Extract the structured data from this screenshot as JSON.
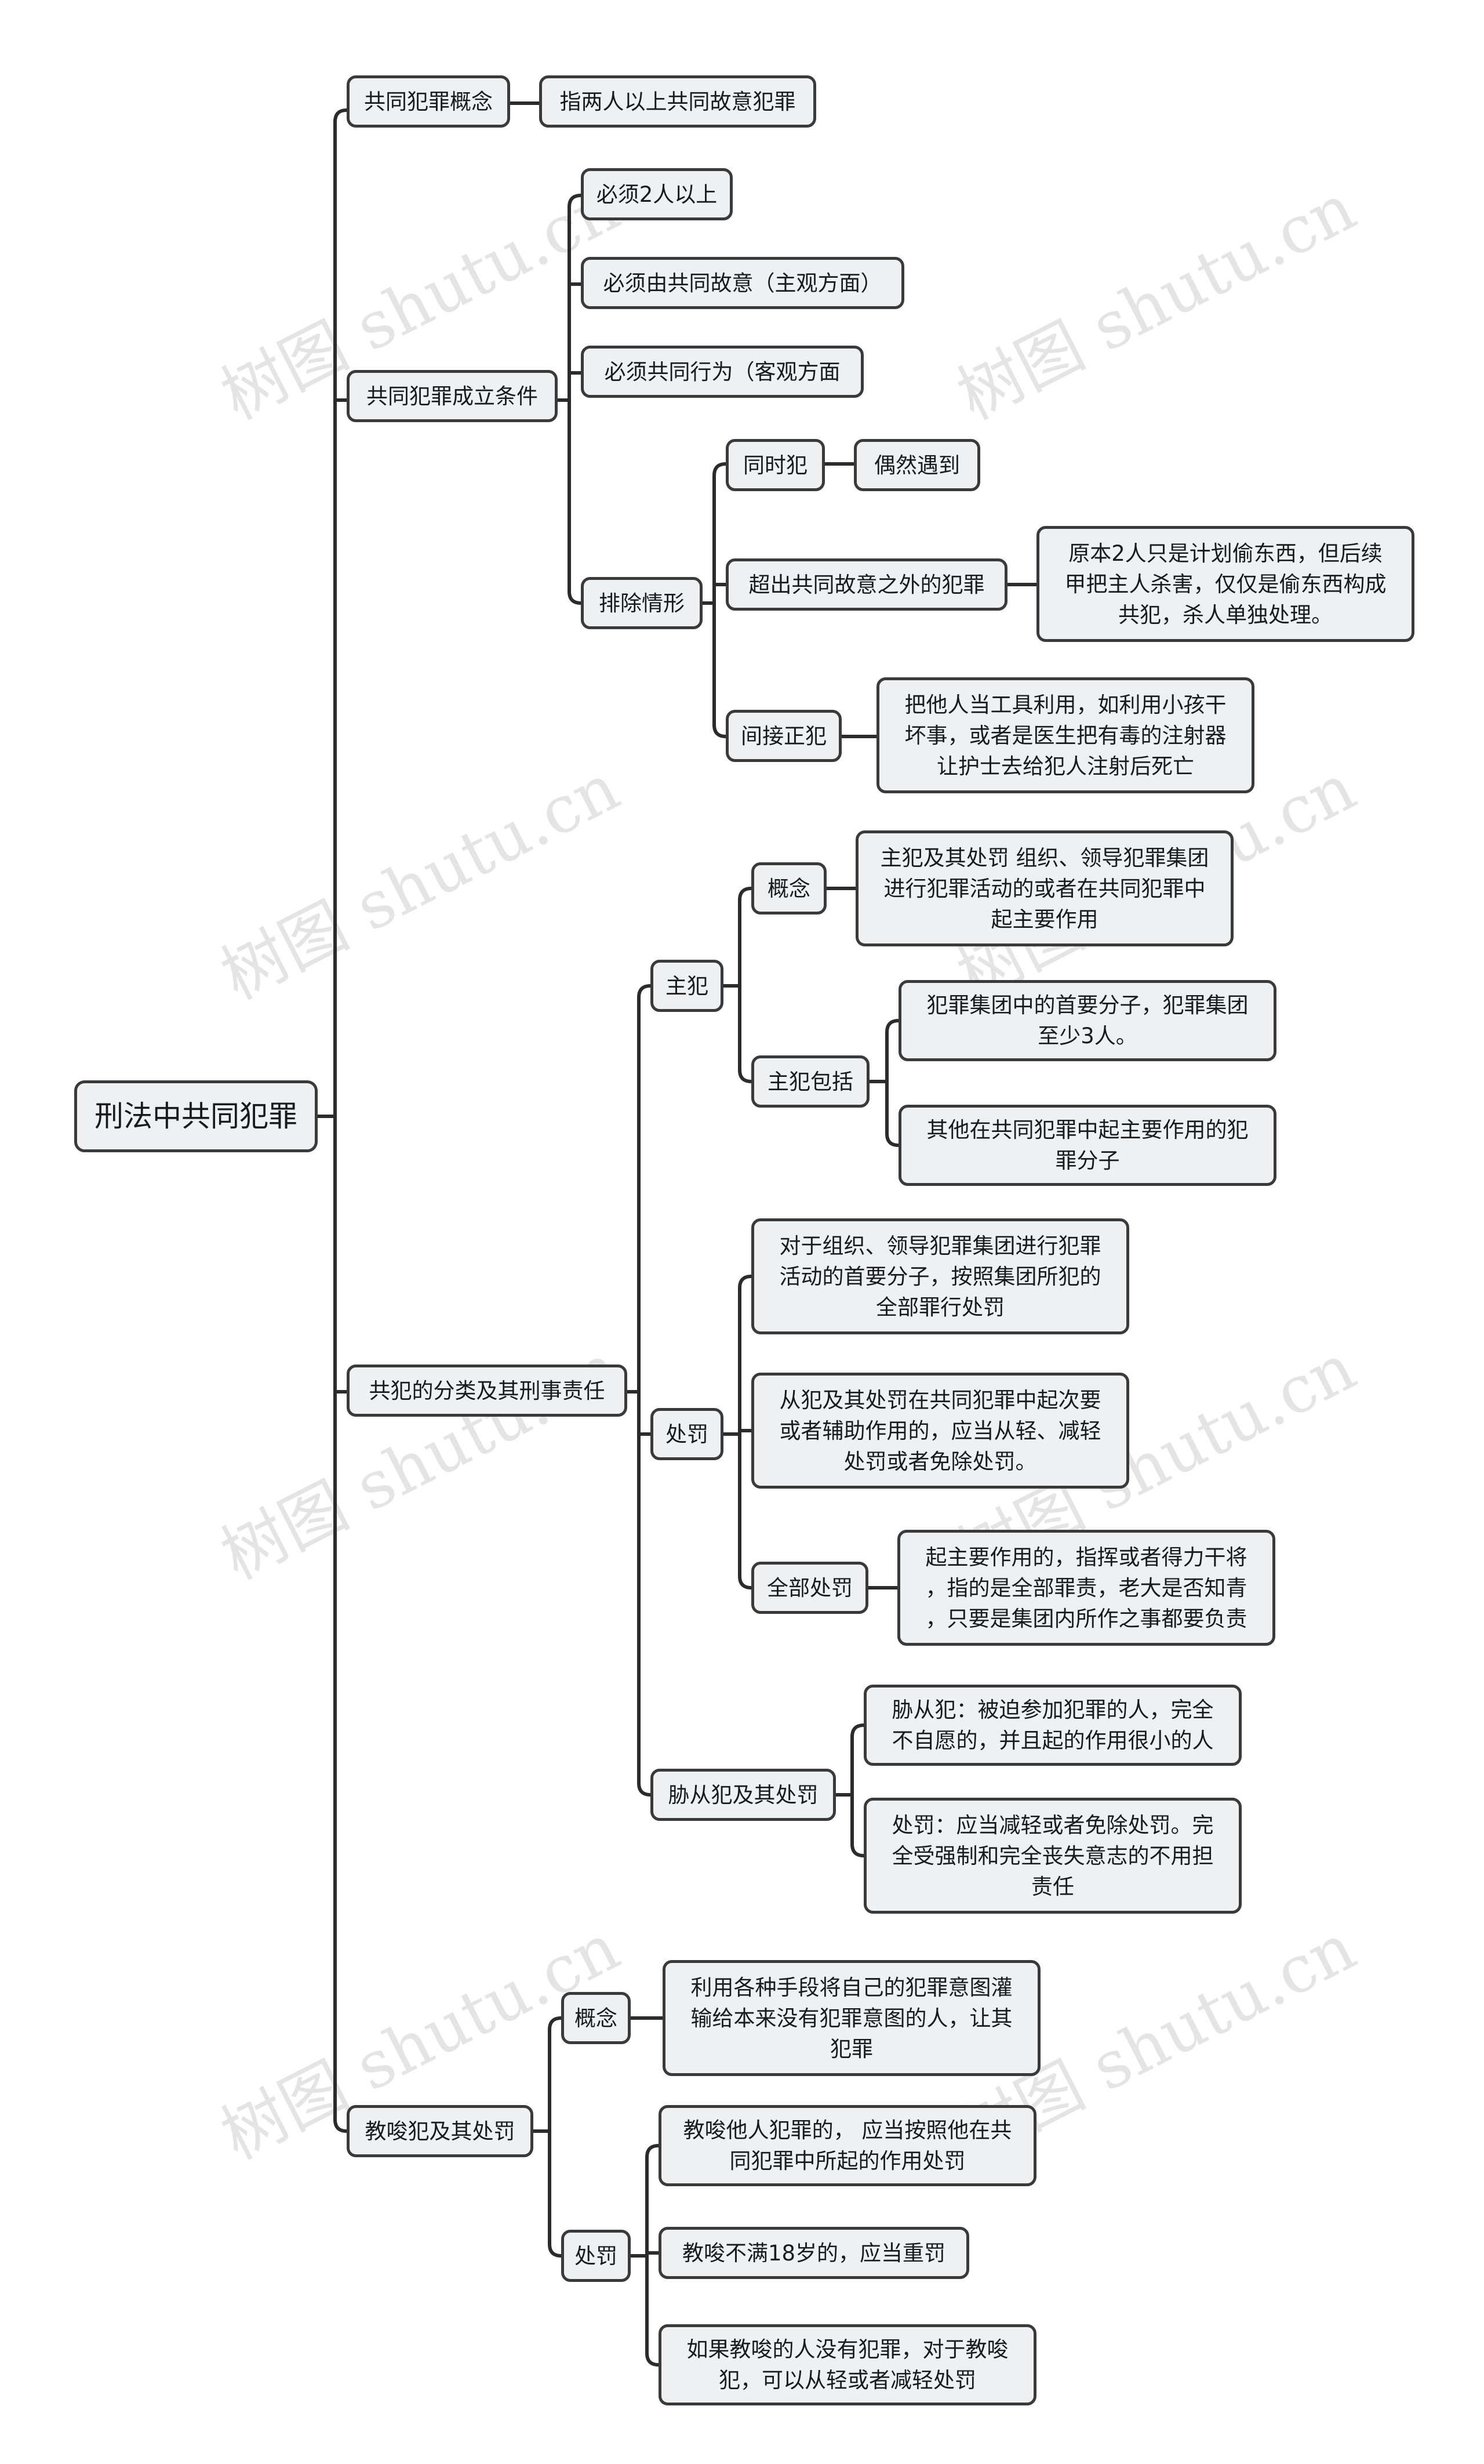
{
  "watermark": "树图 shutu.cn",
  "root": "刑法中共同犯罪",
  "n1": "共同犯罪概念",
  "n1a": "指两人以上共同故意犯罪",
  "n2": "共同犯罪成立条件",
  "n2a": "必须2人以上",
  "n2b": "必须由共同故意（主观方面）",
  "n2c": "必须共同行为（客观方面",
  "n2d": "排除情形",
  "n2d1": "同时犯",
  "n2d1a": "偶然遇到",
  "n2d2": "超出共同故意之外的犯罪",
  "n2d2a": "原本2人只是计划偷东西，但后续\n甲把主人杀害，仅仅是偷东西构成\n共犯，杀人单独处理。",
  "n2d3": "间接正犯",
  "n2d3a": "把他人当工具利用，如利用小孩干\n坏事，或者是医生把有毒的注射器\n让护士去给犯人注射后死亡",
  "n3": "共犯的分类及其刑事责任",
  "n3a": "主犯",
  "n3a1": "概念",
  "n3a1a": "主犯及其处罚 组织、领导犯罪集团\n进行犯罪活动的或者在共同犯罪中\n起主要作用",
  "n3a2": "主犯包括",
  "n3a2a": "犯罪集团中的首要分子，犯罪集团\n至少3人。",
  "n3a2b": "其他在共同犯罪中起主要作用的犯\n罪分子",
  "n3b": "处罚",
  "n3b1": "对于组织、领导犯罪集团进行犯罪\n活动的首要分子，按照集团所犯的\n全部罪行处罚",
  "n3b2": "从犯及其处罚在共同犯罪中起次要\n或者辅助作用的，应当从轻、减轻\n处罚或者免除处罚。",
  "n3b3": "全部处罚",
  "n3b3a": "起主要作用的，指挥或者得力干将\n，指的是全部罪责，老大是否知青\n，只要是集团内所作之事都要负责",
  "n3c": "胁从犯及其处罚",
  "n3c1": "胁从犯：被迫参加犯罪的人，完全\n不自愿的，并且起的作用很小的人",
  "n3c2": "处罚：应当减轻或者免除处罚。完\n全受强制和完全丧失意志的不用担\n责任",
  "n4": "教唆犯及其处罚",
  "n4a": "概念",
  "n4a1": "利用各种手段将自己的犯罪意图灌\n输给本来没有犯罪意图的人，让其\n犯罪",
  "n4b": "处罚",
  "n4b1": "教唆他人犯罪的，  应当按照他在共\n同犯罪中所起的作用处罚",
  "n4b2": "教唆不满18岁的，应当重罚",
  "n4b3": "如果教唆的人没有犯罪，对于教唆\n犯，可以从轻或者减轻处罚"
}
